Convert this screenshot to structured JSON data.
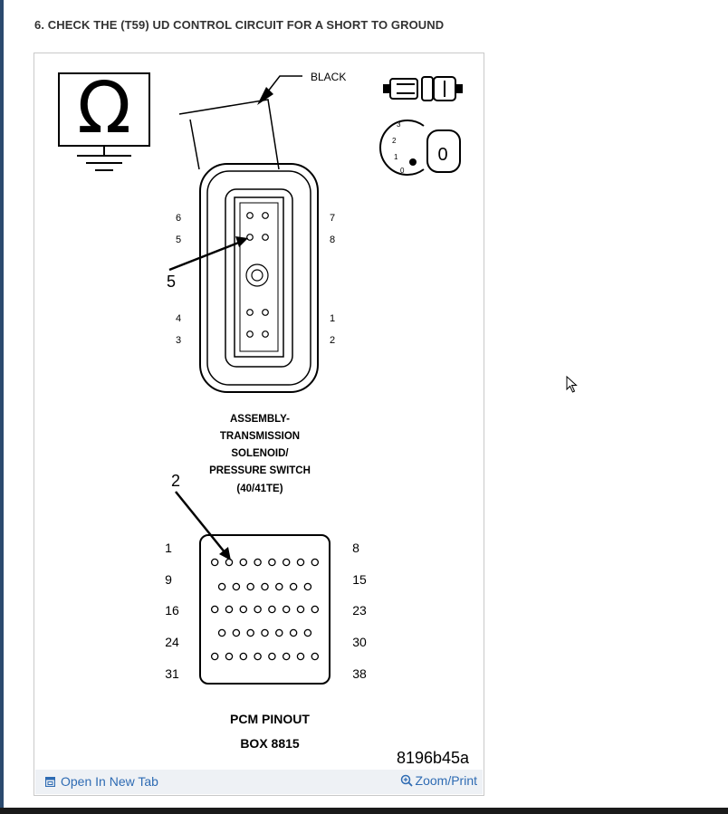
{
  "step_title": "6. CHECK THE (T59) UD CONTROL CIRCUIT FOR A SHORT TO GROUND",
  "figure": {
    "connector_color": "BLACK",
    "key_positions": [
      "3",
      "2",
      "1",
      "0"
    ],
    "key_label": "0",
    "connector_pin_labels_left": [
      "6",
      "5",
      "4",
      "3"
    ],
    "connector_pin_labels_right": [
      "7",
      "8",
      "1",
      "2"
    ],
    "connector_callout": "5",
    "connector_caption": [
      "ASSEMBLY-",
      "TRANSMISSION",
      "SOLENOID/",
      "PRESSURE SWITCH",
      "(40/41TE)"
    ],
    "pcm_callout": "2",
    "pcm_row_labels_left": [
      "1",
      "9",
      "16",
      "24",
      "31"
    ],
    "pcm_row_labels_right": [
      "8",
      "15",
      "23",
      "30",
      "38"
    ],
    "pcm_caption": [
      "PCM PINOUT",
      "BOX 8815"
    ],
    "figure_id": "8196b45a",
    "icons": [
      "ohmmeter-ground-icon",
      "disconnected-connector-icon",
      "ignition-key-off-icon",
      "mouse-pointer-icon"
    ]
  },
  "footer": {
    "open_new_tab": "Open In New Tab",
    "zoom_print": "Zoom/Print"
  },
  "colors": {
    "link": "#2e6bb3",
    "footer_bg": "#eef1f5",
    "title": "#333333"
  }
}
